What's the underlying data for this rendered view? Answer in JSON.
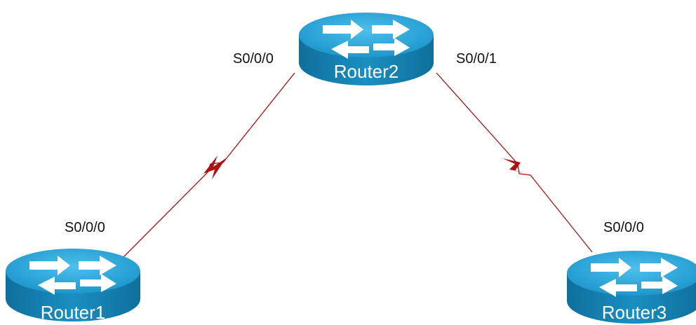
{
  "routers": [
    {
      "name": "Router1"
    },
    {
      "name": "Router2"
    },
    {
      "name": "Router3"
    }
  ],
  "ports": {
    "r2_left": "S0/0/0",
    "r2_right": "S0/0/1",
    "r1": "S0/0/0",
    "r3": "S0/0/0"
  },
  "colors": {
    "router_body": "#1a8fc2",
    "router_top": "#2aa6d8",
    "serial_link": "#b01010"
  },
  "links": [
    {
      "from": "Router1",
      "to": "Router2",
      "type": "serial"
    },
    {
      "from": "Router2",
      "to": "Router3",
      "type": "serial"
    }
  ]
}
